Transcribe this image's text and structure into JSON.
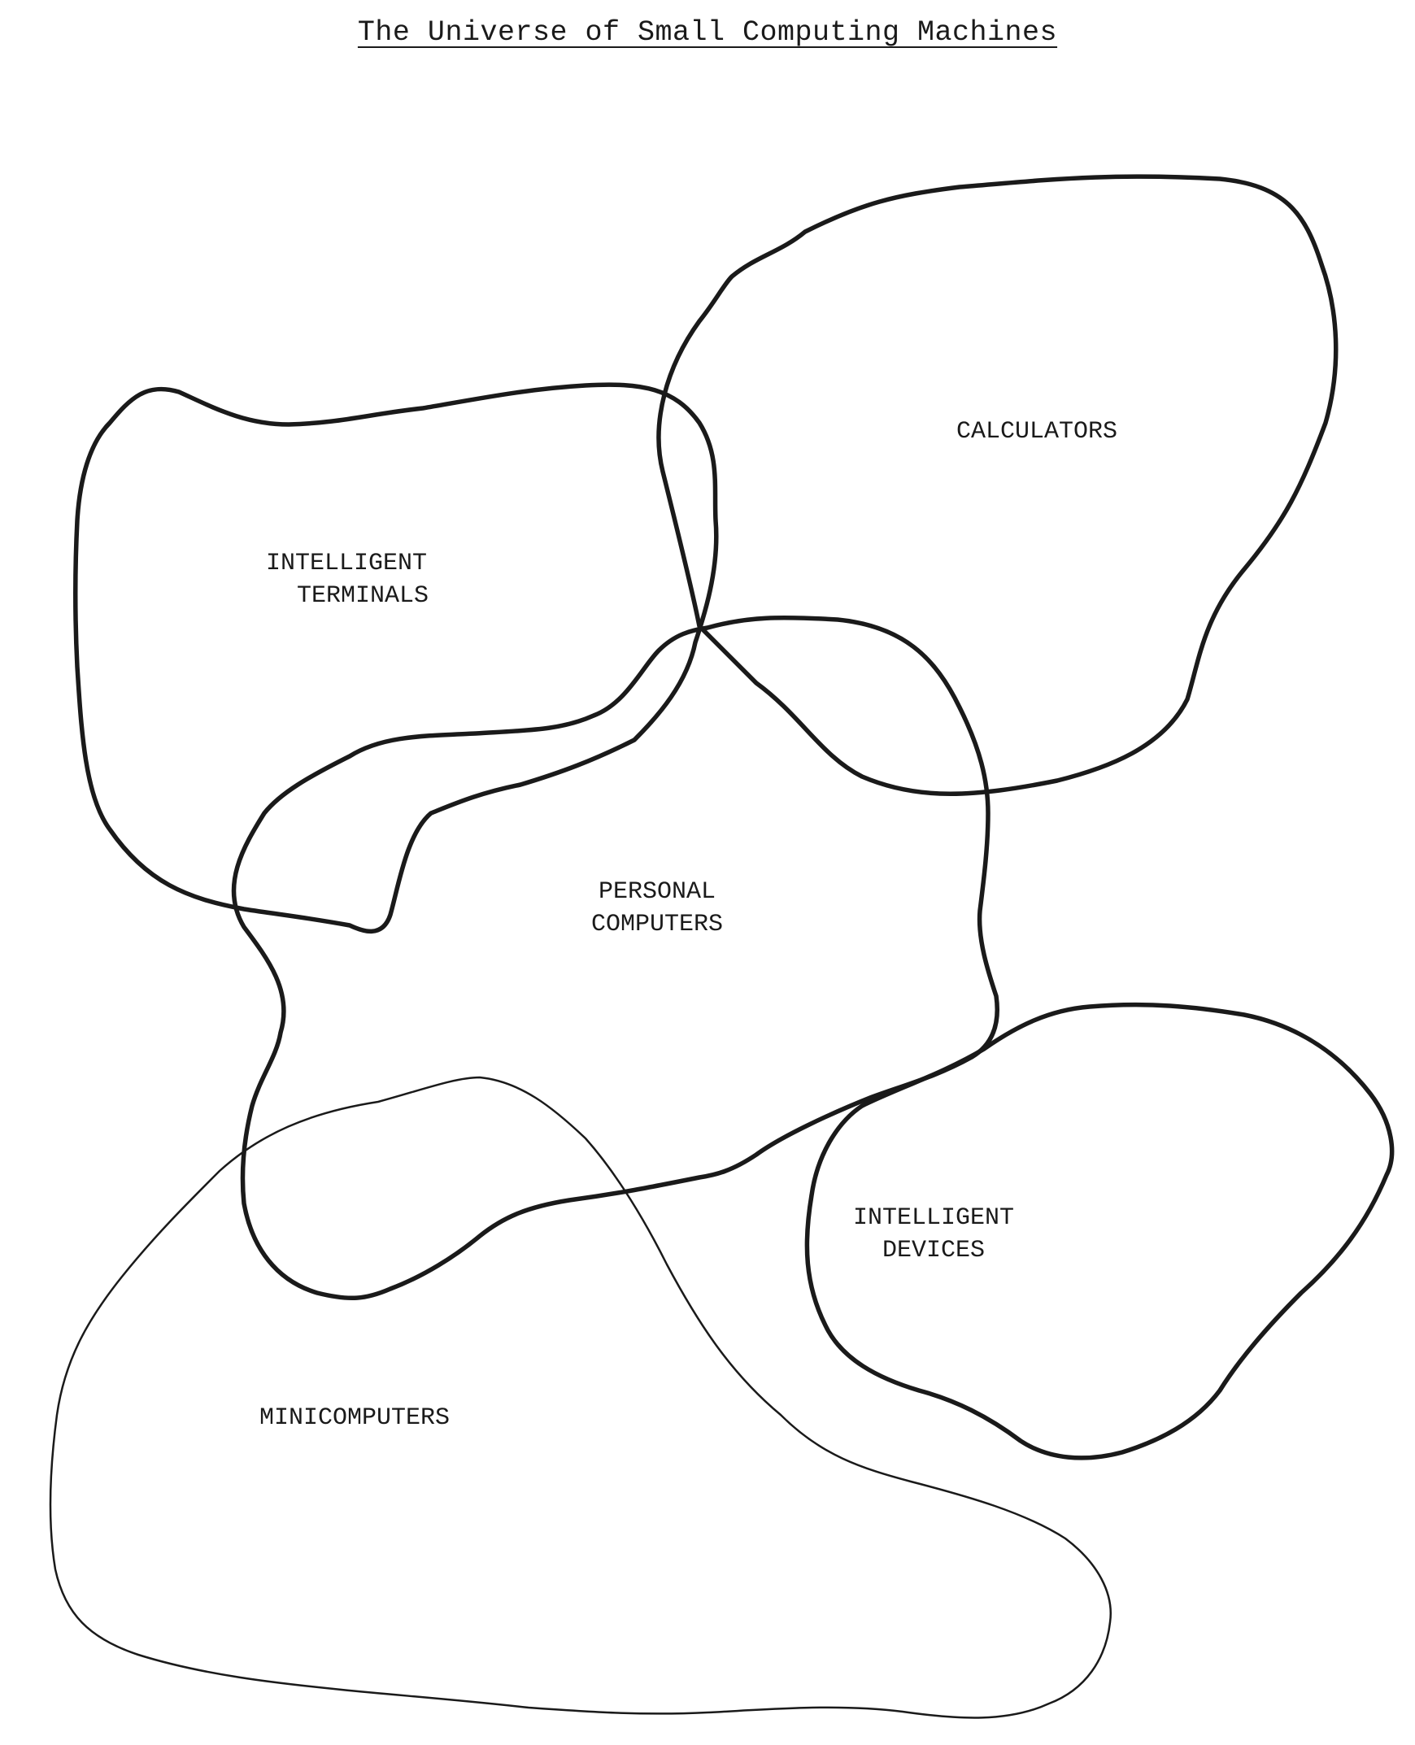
{
  "title": "The Universe of Small Computing Machines",
  "regions": {
    "calculators": {
      "lines": [
        "CALCULATORS"
      ]
    },
    "intelligent_terminals": {
      "lines": [
        "INTELLIGENT",
        "TERMINALS"
      ]
    },
    "personal_computers": {
      "lines": [
        "PERSONAL",
        "COMPUTERS"
      ]
    },
    "intelligent_devices": {
      "lines": [
        "INTELLIGENT",
        "DEVICES"
      ]
    },
    "minicomputers": {
      "lines": [
        "MINICOMPUTERS"
      ]
    }
  },
  "colors": {
    "ink": "#1a1a1a",
    "paper": "#ffffff"
  }
}
